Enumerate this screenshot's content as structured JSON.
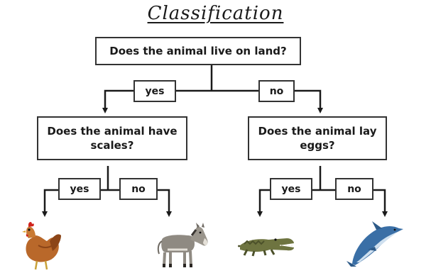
{
  "title": "Classification",
  "questions": {
    "root": "Does the animal live on land?",
    "left": "Does the animal have scales?",
    "right": "Does the animal lay eggs?"
  },
  "answers": {
    "root_yes": "yes",
    "root_no": "no",
    "left_yes": "yes",
    "left_no": "no",
    "right_yes": "yes",
    "right_no": "no"
  },
  "animals": [
    "hen",
    "donkey",
    "crocodile",
    "dolphin"
  ]
}
